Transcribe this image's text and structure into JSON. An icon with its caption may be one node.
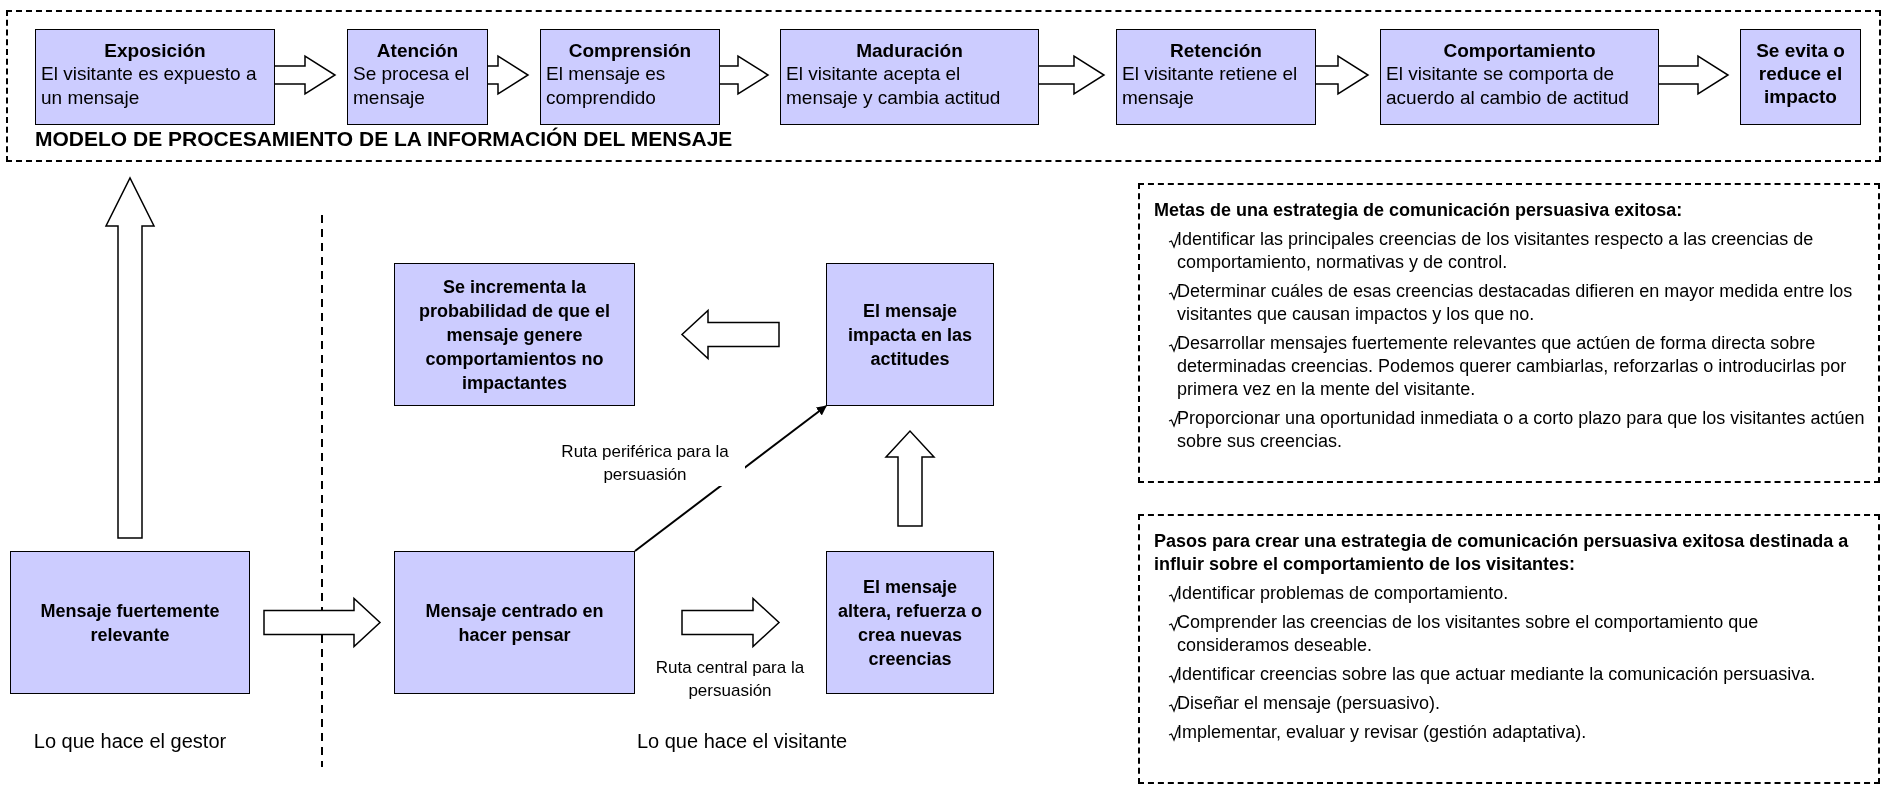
{
  "diagram": {
    "nodes": [
      {
        "text": [
          "MODELO DE PROCESAMIENTO DE LA INFORMACIÓN DEL MENSAJE"
        ]
      },
      {
        "text": [
          "Exposición",
          "El visitante es expuesto a un mensaje"
        ],
        "in": 0
      },
      {
        "text": [
          "Atención",
          "Se procesa el mensaje"
        ],
        "in": 0
      },
      {
        "text": [
          "Comprensión",
          "El mensaje es comprendido"
        ],
        "in": 0
      },
      {
        "text": [
          "Maduración",
          "El visitante acepta el mensaje y cambia actitud"
        ],
        "in": 0
      },
      {
        "text": [
          "Retención",
          "El visitante retiene el mensaje"
        ],
        "in": 0
      },
      {
        "text": [
          "Comportamiento",
          "El visitante se comporta de acuerdo al cambio de actitud"
        ],
        "in": 0
      },
      {
        "text": [
          "Se evita o reduce el impacto"
        ],
        "in": 0
      },
      {
        "text": [
          "Se incrementa la probabilidad de que el mensaje genere comportamientos no impactantes"
        ]
      },
      {
        "text": [
          "El mensaje impacta en las actitudes"
        ]
      },
      {
        "text": [
          "Mensaje fuertemente relevante"
        ]
      },
      {
        "text": [
          "Mensaje centrado en hacer pensar"
        ]
      },
      {
        "text": [
          "El mensaje altera, refuerza o crea nuevas creencias"
        ]
      },
      {
        "text": [
          "Metas de una estrategia de comunicación persuasiva exitosa:",
          "Identificar las principales creencias de los visitantes respecto a las creencias de comportamiento, normativas y de control.",
          "Determinar cuáles de esas creencias destacadas difieren en mayor medida entre los visitantes que causan impactos y los que no.",
          "Desarrollar mensajes fuertemente relevantes que actúen de forma directa sobre determinadas creencias. Podemos querer cambiarlas, reforzarlas o introducirlas por primera vez en la mente del visitante.",
          "Proporcionar una oportunidad inmediata o a corto plazo para que los visitantes actúen sobre sus creencias."
        ]
      },
      {
        "text": [
          "Pasos para crear una estrategia de comunicación persuasiva exitosa destinada a influir sobre el comportamiento de los visitantes:",
          "Identificar problemas de comportamiento.",
          "Comprender las creencias de los visitantes sobre el comportamiento que consideramos deseable.",
          "Identificar creencias sobre las que actuar mediante la comunicación persuasiva.",
          "Diseñar el mensaje (persuasivo).",
          "Implementar, evaluar y revisar (gestión adaptativa)."
        ]
      }
    ],
    "edges": [
      {
        "from": 1,
        "to": 2,
        "arrow": "to",
        "style": "thick"
      },
      {
        "from": 2,
        "to": 3,
        "arrow": "to",
        "style": "thick"
      },
      {
        "from": 3,
        "to": 4,
        "arrow": "to",
        "style": "thick"
      },
      {
        "from": 4,
        "to": 5,
        "arrow": "to",
        "style": "thick"
      },
      {
        "from": 5,
        "to": 6,
        "arrow": "to",
        "style": "thick"
      },
      {
        "from": 6,
        "to": 7,
        "arrow": "to",
        "style": "thick"
      },
      {
        "from": 10,
        "to": 0,
        "arrow": "to",
        "style": "thick"
      },
      {
        "from": 10,
        "to": 11,
        "arrow": "to",
        "style": "thick"
      },
      {
        "from": 11,
        "to": 12,
        "arrow": "to",
        "style": "thick",
        "label": "Ruta central para la persuasión"
      },
      {
        "from": 12,
        "to": 9,
        "arrow": "to",
        "style": "thick"
      },
      {
        "from": 9,
        "to": 8,
        "arrow": "to",
        "style": "thick"
      },
      {
        "from": 11,
        "to": 9,
        "arrow": "to",
        "label": "Ruta periférica para la persuasión"
      }
    ],
    "labels": [
      "Lo que hace el gestor",
      "Lo que hace el visitante"
    ]
  }
}
